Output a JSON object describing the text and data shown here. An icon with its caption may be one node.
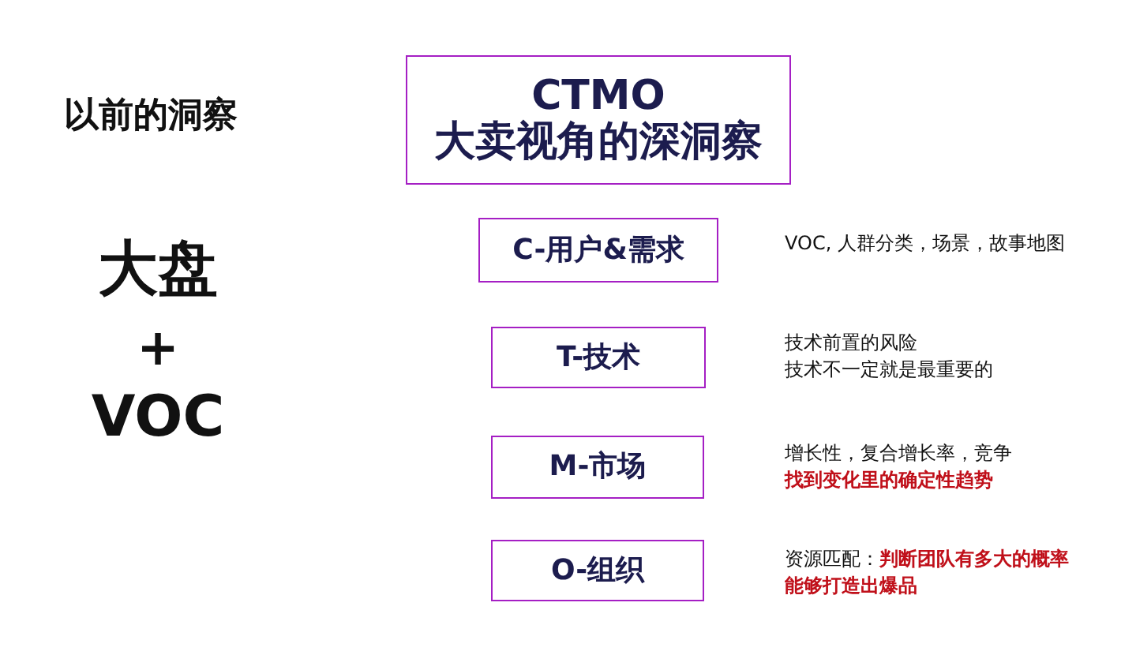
{
  "diagram": {
    "nodes": [
      {
        "text": [
          "CTMO",
          "大卖视角的深洞察"
        ]
      },
      {
        "text": [
          "C-用户&需求"
        ],
        "beside": [
          "VOC, 人群分类，场景，故事地图"
        ]
      },
      {
        "text": [
          "T-技术"
        ],
        "beside": [
          "技术前置的风险",
          "技术不一定就是最重要的"
        ]
      },
      {
        "text": [
          "M-市场"
        ],
        "beside": [
          "增长性，复合增长率，竞争",
          "找到变化里的确定性趋势"
        ]
      },
      {
        "text": [
          "O-组织"
        ],
        "beside": [
          "资源匹配：",
          "判断团队有多大的概率能够打造出爆品"
        ]
      }
    ],
    "labels": [
      "以前的洞察",
      "大盘",
      "+",
      "VOC"
    ]
  }
}
